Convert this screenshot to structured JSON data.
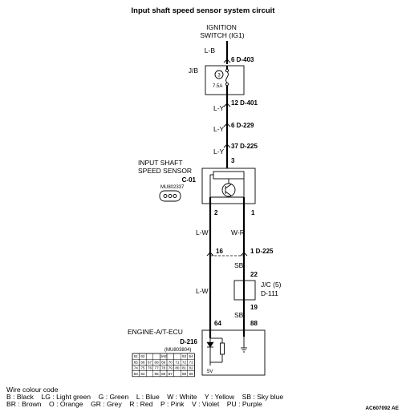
{
  "title": "Input shaft speed sensor system circuit",
  "ignition": {
    "line1": "IGNITION",
    "line2": "SWITCH (IG1)"
  },
  "junction_block": {
    "label": "J/B",
    "fuse_number": "3",
    "fuse_rating": "7.5A"
  },
  "wires": {
    "w1": "L-B",
    "w2": "L-Y",
    "w3": "L-Y",
    "w4": "L-Y",
    "left_main": "L-W",
    "right_main": "W-R",
    "left_lower": "L-W",
    "sb_upper": "SB",
    "sb_lower": "SB"
  },
  "connectors": {
    "c1": "6  D-403",
    "c2": "12  D-401",
    "c3": "6  D-229",
    "c4": "37  D-225",
    "sensor_pin": "3",
    "pin_left": "2",
    "pin_right": "1",
    "dc_left": "16",
    "dc_right": "1  D-225",
    "jc_top": "22",
    "jc_bottom": "19",
    "ecu_left": "64",
    "ecu_right": "88"
  },
  "sensor": {
    "line1": "INPUT SHAFT",
    "line2": "SPEED SENSOR",
    "connector": "C-01",
    "part_no": "MU802337"
  },
  "joint_connector": {
    "line1": "J/C (5)",
    "line2": "D-111"
  },
  "ecu": {
    "name": "ENGINE-A/T-ECU",
    "connector": "D-216",
    "part_no": "(MU803804)",
    "voltage": "5V",
    "grid_rows": [
      [
        "61",
        "62",
        "",
        "",
        "JAE",
        "",
        "",
        "63",
        "64"
      ],
      [
        "65",
        "66",
        "67",
        "68",
        "69",
        "70",
        "71",
        "72",
        "73"
      ],
      [
        "74",
        "75",
        "76",
        "77",
        "78",
        "79",
        "80",
        "81",
        "82"
      ],
      [
        "83",
        "84",
        "",
        "85",
        "86",
        "87",
        "",
        "88",
        "89"
      ]
    ]
  },
  "legend": {
    "title": "Wire colour code",
    "line1": "B : Black    LG : Light green    G : Green    L : Blue    W : White    Y : Yellow    SB : Sky blue",
    "line2": "BR : Brown    O : Orange    GR : Grey    R : Red    P : Pink    V : Violet    PU : Purple"
  },
  "figure_code": "AC607092 AE"
}
